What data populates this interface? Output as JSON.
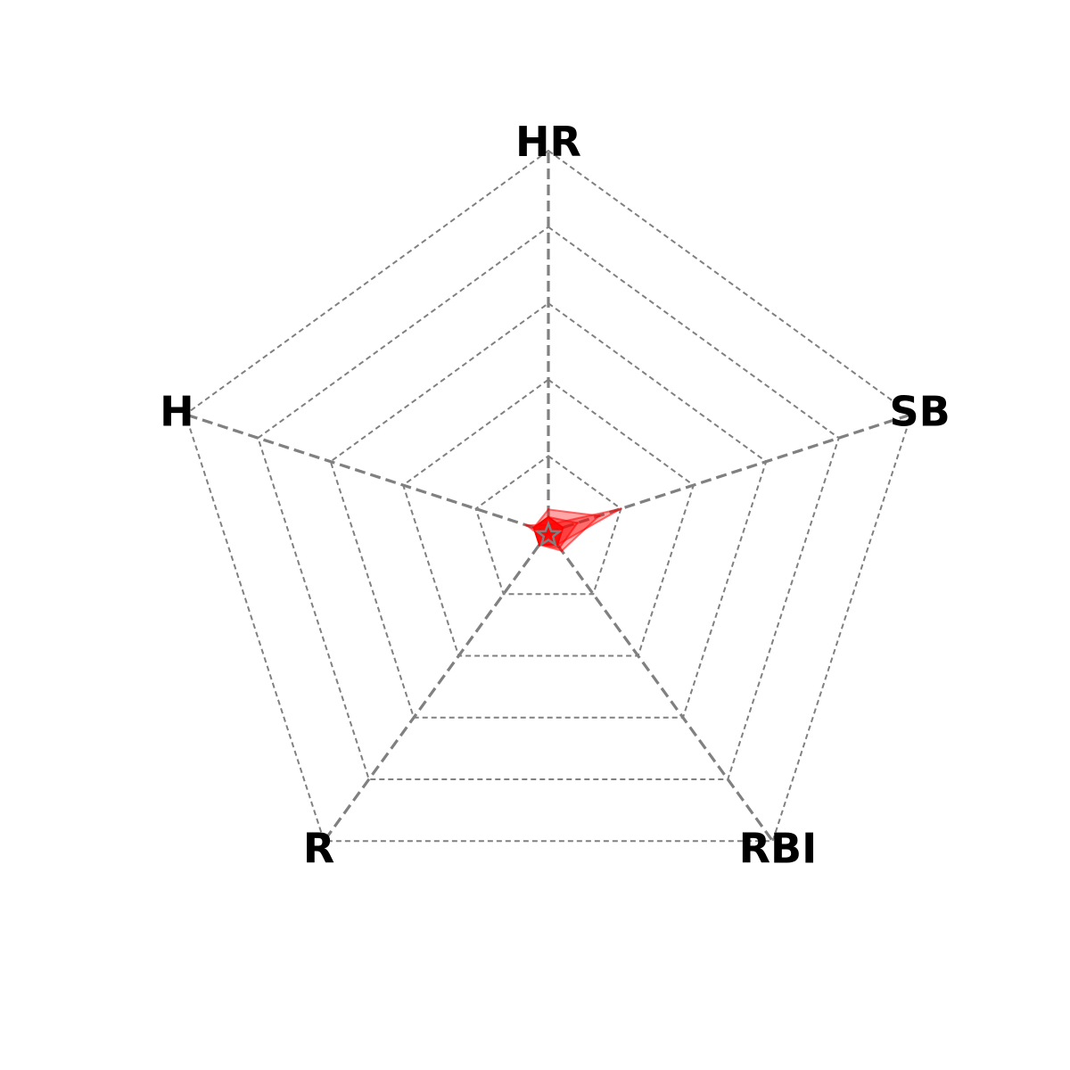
{
  "chart_data": {
    "type": "radar",
    "title": "",
    "axes": [
      "HR",
      "SB",
      "RBI",
      "R",
      "H"
    ],
    "rlim": [
      0,
      5
    ],
    "ring_count": 5,
    "grid": true,
    "series": [
      {
        "values": [
          0.2,
          0.2,
          0.2,
          0.2,
          0.2
        ],
        "fill_opacity": 0.85
      },
      {
        "values": [
          0.1,
          1.0,
          0.2,
          0.1,
          0.3
        ],
        "fill_opacity": 0.35
      },
      {
        "values": [
          0.3,
          0.7,
          0.3,
          0.2,
          0.2
        ],
        "fill_opacity": 0.35
      },
      {
        "values": [
          0.2,
          0.4,
          0.25,
          0.2,
          0.2
        ],
        "fill_opacity": 0.4
      }
    ],
    "colors": {
      "series": "#ff0000",
      "grid": "#808080",
      "label": "#000000"
    },
    "center_marker": "star-icon"
  }
}
